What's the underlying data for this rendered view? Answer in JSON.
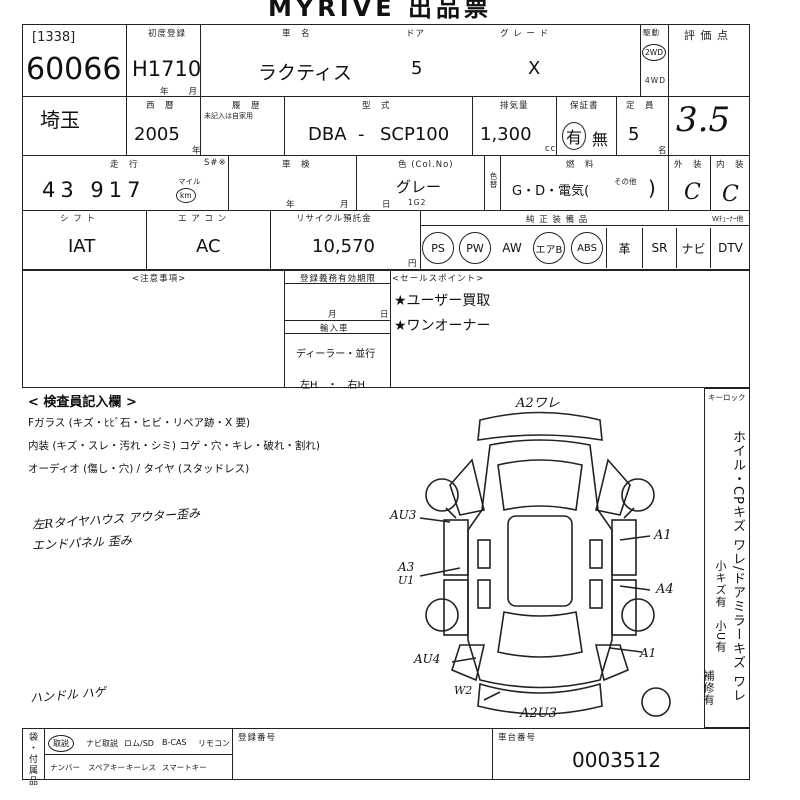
{
  "header": {
    "title": "MYRIVE 出品票"
  },
  "lot": {
    "code": "[1338]",
    "number": "60066"
  },
  "first_reg": {
    "label": "初度登録",
    "value": "H1710",
    "units": "年　　月"
  },
  "car_name": {
    "label": "車　名",
    "value": "ラクティス"
  },
  "doors": {
    "label": "ドア",
    "value": "5"
  },
  "grade": {
    "label": "グ レ ー ド",
    "value": "X"
  },
  "drive": {
    "label": "駆動",
    "opt_2wd": "2WD",
    "opt_4wd": "4WD"
  },
  "score": {
    "label": "評 価 点",
    "value": "3.5"
  },
  "region": {
    "value": "埼玉"
  },
  "year": {
    "label": "西　暦",
    "value": "2005",
    "unit": "年"
  },
  "history": {
    "label": "履　歴",
    "note": "未記入は自家用"
  },
  "model": {
    "label": "型　式",
    "value_prefix": "DBA",
    "dash": "-",
    "value": "SCP100"
  },
  "displacement": {
    "label": "排気量",
    "value": "1,300",
    "unit": "cc"
  },
  "warranty": {
    "label": "保証書",
    "yes": "有",
    "no": "無"
  },
  "capacity": {
    "label": "定　員",
    "value": "5",
    "unit": "名"
  },
  "mileage": {
    "label": "走　行",
    "s_label": "S#※",
    "value": "43 917",
    "unit_mile": "マイル",
    "unit_km": "km"
  },
  "inspection": {
    "label": "車　検",
    "unit_year": "年",
    "unit_month": "月",
    "unit_day": "日"
  },
  "color": {
    "label": "色 (Col.No)",
    "value": "グレー",
    "code": "1G2",
    "side": "色替"
  },
  "fuel": {
    "label": "燃　料",
    "value": "G・D・電気(",
    "other": "その他",
    "close": ")"
  },
  "exterior": {
    "label": "外　装",
    "value": "C"
  },
  "interior": {
    "label": "内　装",
    "value": "C"
  },
  "shift": {
    "label": "シ フ ト",
    "value": "IAT"
  },
  "aircon": {
    "label": "エ ア コ ン",
    "value": "AC"
  },
  "recycle": {
    "label": "リサイクル預託金",
    "value": "10,570",
    "unit": "円"
  },
  "equipment": {
    "label": "純 正 装 備 品",
    "tuner_label": "Wﾁｭｰﾅｰ他",
    "items": [
      "PS",
      "PW",
      "AW",
      "エアB",
      "ABS",
      "革",
      "SR",
      "ナビ",
      "DTV"
    ]
  },
  "notes": {
    "label": "<注意事項>"
  },
  "reg_expiry": {
    "label": "登録義務有効期限",
    "unit_month": "月",
    "unit_day": "日"
  },
  "import": {
    "label": "輸入車",
    "dealer": "ディーラー・並行",
    "handle": "左H　・　右H"
  },
  "sales_points": {
    "label": "<セールスポイント>",
    "items": [
      "★ユーザー買取",
      "★ワンオーナー"
    ]
  },
  "inspector": {
    "title": "< 検査員記入欄 >",
    "line1": "Fガラス (キズ・ﾋﾋﾞ石・ヒビ・リペア跡・X 要)",
    "line2": "内装 (キズ・スレ・汚れ・シミ) コゲ・穴・キレ・破れ・割れ)",
    "line3": "オーディオ (傷し・穴) / タイヤ (スタッドレス)",
    "hand1": "左Rタイヤハウス アウター歪み",
    "hand2": "エンドパネル 歪み",
    "hand3": "ハンドル ハゲ"
  },
  "diagram_marks": [
    "A2ワレ",
    "AU3",
    "A3",
    "U1",
    "A1",
    "A4",
    "A1",
    "AU4",
    "W2",
    "A2U3"
  ],
  "key_lock": {
    "label": "キーロック"
  },
  "right_notes": {
    "main": "ホイル・CPキズ ワレ/ドアミラーキズ ワレ",
    "sub1": "小キズ有　小U有",
    "sub2": "補修有"
  },
  "documents": {
    "label": "袋・付属品",
    "items_row1": [
      "取説",
      "ナビ取説",
      "ロム/SD",
      "B-CAS",
      "リモコン"
    ],
    "items_row2": [
      "ナンバー",
      "スペアキー",
      "キーレス",
      "スマートキー"
    ]
  },
  "registration": {
    "label": "登録番号"
  },
  "chassis": {
    "label": "車台番号",
    "value": "0003512"
  }
}
